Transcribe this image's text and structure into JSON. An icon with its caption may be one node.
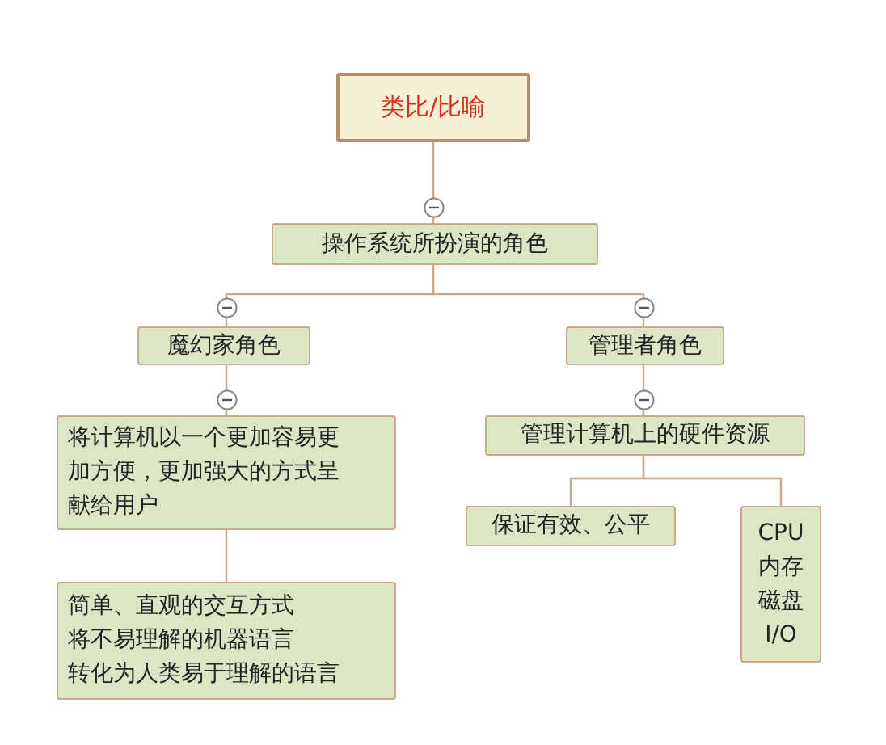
{
  "diagram": {
    "nodes": [
      {
        "text": [
          "类比/比喻"
        ]
      },
      {
        "text": [
          "操作系统所扮演的角色"
        ]
      },
      {
        "text": [
          "魔幻家角色"
        ]
      },
      {
        "text": [
          "管理者角色"
        ]
      },
      {
        "text": [
          "将计算机以一个更加容易更加方便，更加强大的方式呈献给用户"
        ]
      },
      {
        "text": [
          "管理计算机上的硬件资源"
        ]
      },
      {
        "text": [
          "简单、直观的交互方式",
          "将不易理解的机器语言",
          "转化为人类易于理解的语言"
        ]
      },
      {
        "text": [
          "保证有效、公平"
        ]
      },
      {
        "text": [
          "CPU",
          "内存",
          "磁盘",
          "I/O"
        ]
      }
    ],
    "edges": [
      {
        "from": 0,
        "to": 1,
        "arrow": "none"
      },
      {
        "from": 1,
        "to": 2,
        "arrow": "none"
      },
      {
        "from": 1,
        "to": 3,
        "arrow": "none"
      },
      {
        "from": 2,
        "to": 4,
        "arrow": "none"
      },
      {
        "from": 3,
        "to": 5,
        "arrow": "none"
      },
      {
        "from": 4,
        "to": 6,
        "arrow": "none"
      },
      {
        "from": 5,
        "to": 7,
        "arrow": "none"
      },
      {
        "from": 5,
        "to": 8,
        "arrow": "none"
      }
    ]
  }
}
